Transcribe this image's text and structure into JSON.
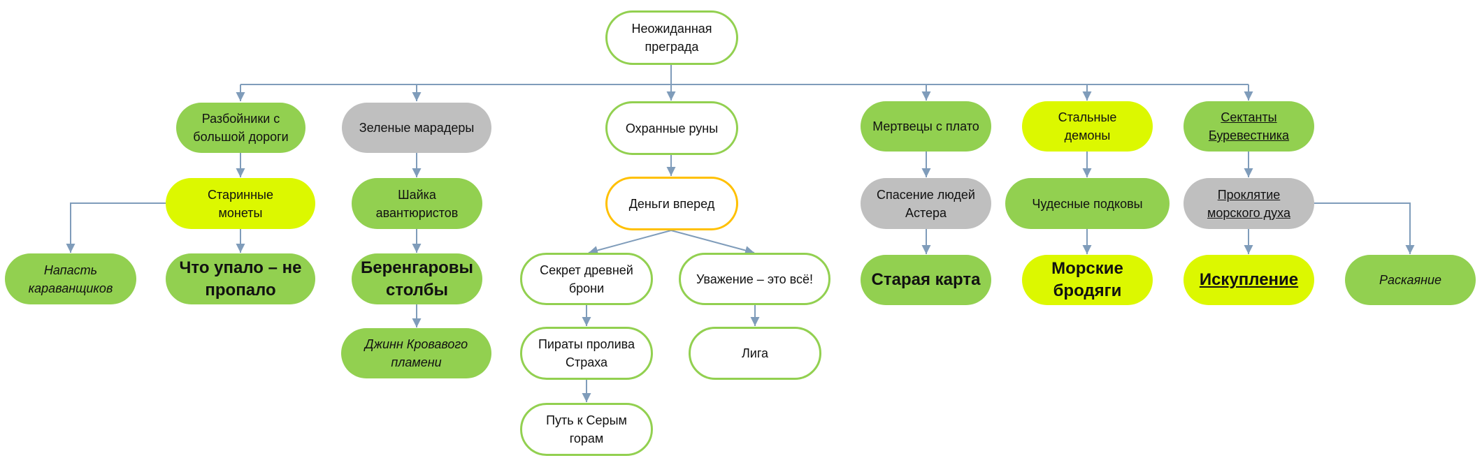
{
  "diagram": {
    "title": "Неожиданная преграда",
    "root": {
      "label": "Неожиданная\nпреграда",
      "style": "outline-green"
    },
    "branches": [
      {
        "name": "Разбойники с большой дороги",
        "nodes": [
          {
            "id": "razboyniki",
            "label": "Разбойники с большой дороги",
            "style": "fill-green"
          },
          {
            "id": "starinnye",
            "label": "Старинные монеты",
            "style": "fill-yellow"
          },
          {
            "id": "chto-upalo",
            "label": "Что упало – не пропало",
            "style": "fill-green",
            "bold": true
          },
          {
            "id": "napast",
            "label": "Напасть караванщиков",
            "style": "fill-green",
            "italic": true
          }
        ]
      },
      {
        "name": "Зеленые марадеры",
        "nodes": [
          {
            "id": "zelenye",
            "label": "Зеленые марадеры",
            "style": "fill-grey"
          },
          {
            "id": "shayka",
            "label": "Шайка авантюристов",
            "style": "fill-green"
          },
          {
            "id": "berengar",
            "label": "Беренгаровы столбы",
            "style": "fill-green",
            "bold": true
          },
          {
            "id": "dzhinn",
            "label": "Джинн Кровавого пламени",
            "style": "fill-green",
            "italic": true
          }
        ]
      },
      {
        "name": "Охранные руны",
        "nodes": [
          {
            "id": "okhrannye",
            "label": "Охранные руны",
            "style": "outline-green"
          },
          {
            "id": "dengi",
            "label": "Деньги вперед",
            "style": "outline-orange"
          },
          {
            "id": "sekret",
            "label": "Секрет древней брони",
            "style": "outline-green"
          },
          {
            "id": "piraty",
            "label": "Пираты пролива Страха",
            "style": "outline-green"
          },
          {
            "id": "put",
            "label": "Путь к Серым горам",
            "style": "outline-green"
          },
          {
            "id": "uvazhenie",
            "label": "Уважение – это всё!",
            "style": "outline-green"
          },
          {
            "id": "liga",
            "label": "Лига",
            "style": "outline-green"
          }
        ]
      },
      {
        "name": "Мертвецы с плато",
        "nodes": [
          {
            "id": "mertvecy",
            "label": "Мертвецы с плато",
            "style": "fill-green"
          },
          {
            "id": "spasenie",
            "label": "Спасение людей Астера",
            "style": "fill-grey"
          },
          {
            "id": "staraya",
            "label": "Старая карта",
            "style": "fill-green",
            "bold": true
          }
        ]
      },
      {
        "name": "Стальные демоны",
        "nodes": [
          {
            "id": "stalnye",
            "label": "Стальные демоны",
            "style": "fill-yellow"
          },
          {
            "id": "chudesnye",
            "label": "Чудесные подковы",
            "style": "fill-green"
          },
          {
            "id": "morskie",
            "label": "Морские бродяги",
            "style": "fill-yellow",
            "bold": true
          }
        ]
      },
      {
        "name": "Сектанты Буревестника",
        "nodes": [
          {
            "id": "sektanty",
            "label": "Сектанты Буревестника",
            "style": "fill-green",
            "underline": true
          },
          {
            "id": "proklyatie",
            "label": "Проклятие морского духа",
            "style": "fill-grey",
            "underline": true
          },
          {
            "id": "iskuplenie",
            "label": "Искупление",
            "style": "fill-yellow",
            "bold": true,
            "underline": true
          },
          {
            "id": "raskayanie",
            "label": "Раскаяние",
            "style": "fill-green",
            "italic": true
          }
        ]
      }
    ],
    "edges": [
      [
        "root",
        "razboyniki"
      ],
      [
        "root",
        "zelenye"
      ],
      [
        "root",
        "okhrannye"
      ],
      [
        "root",
        "mertvecy"
      ],
      [
        "root",
        "stalnye"
      ],
      [
        "root",
        "sektanty"
      ],
      [
        "razboyniki",
        "starinnye"
      ],
      [
        "starinnye",
        "chto-upalo"
      ],
      [
        "starinnye",
        "napast"
      ],
      [
        "zelenye",
        "shayka"
      ],
      [
        "shayka",
        "berengar"
      ],
      [
        "berengar",
        "dzhinn"
      ],
      [
        "okhrannye",
        "dengi"
      ],
      [
        "dengi",
        "sekret"
      ],
      [
        "dengi",
        "uvazhenie"
      ],
      [
        "sekret",
        "piraty"
      ],
      [
        "piraty",
        "put"
      ],
      [
        "uvazhenie",
        "liga"
      ],
      [
        "mertvecy",
        "spasenie"
      ],
      [
        "spasenie",
        "staraya"
      ],
      [
        "stalnye",
        "chudesnye"
      ],
      [
        "chudesnye",
        "morskie"
      ],
      [
        "sektanty",
        "proklyatie"
      ],
      [
        "proklyatie",
        "iskuplenie"
      ],
      [
        "proklyatie",
        "raskayanie"
      ]
    ],
    "colors": {
      "fill-green": "#92d050",
      "fill-yellow": "#dcf800",
      "fill-grey": "#bfbfbf",
      "outline-green": "#92d050",
      "outline-orange": "#ffc000",
      "connector": "#7f9cba"
    }
  },
  "labels": {
    "root_l1": "Неожиданная",
    "root_l2": "преграда",
    "razboyniki_l1": "Разбойники с",
    "razboyniki_l2": "большой дороги",
    "starinnye_l1": "Старинные",
    "starinnye_l2": "монеты",
    "chto_upalo_l1": "Что упало – не",
    "chto_upalo_l2": "пропало",
    "napast_l1": "Напасть",
    "napast_l2": "караванщиков",
    "zelenye": "Зеленые марадеры",
    "shayka_l1": "Шайка",
    "shayka_l2": "авантюристов",
    "berengar_l1": "Беренгаровы",
    "berengar_l2": "столбы",
    "dzhinn_l1": "Джинн Кровавого",
    "dzhinn_l2": "пламени",
    "okhrannye": "Охранные руны",
    "dengi": "Деньги вперед",
    "sekret_l1": "Секрет древней",
    "sekret_l2": "брони",
    "piraty_l1": "Пираты пролива",
    "piraty_l2": "Страха",
    "put_l1": "Путь к Серым",
    "put_l2": "горам",
    "uvazhenie": "Уважение – это всё!",
    "liga": "Лига",
    "mertvecy": "Мертвецы с плато",
    "spasenie_l1": "Спасение людей",
    "spasenie_l2": "Астера",
    "staraya": "Старая карта",
    "stalnye_l1": "Стальные",
    "stalnye_l2": "демоны",
    "chudesnye": "Чудесные подковы",
    "morskie_l1": "Морские",
    "morskie_l2": "бродяги",
    "sektanty_l1": "Сектанты",
    "sektanty_l2": "Буревестника",
    "proklyatie_l1": "Проклятие",
    "proklyatie_l2": "морского духа",
    "iskuplenie": "Искупление",
    "raskayanie": "Раскаяние"
  }
}
